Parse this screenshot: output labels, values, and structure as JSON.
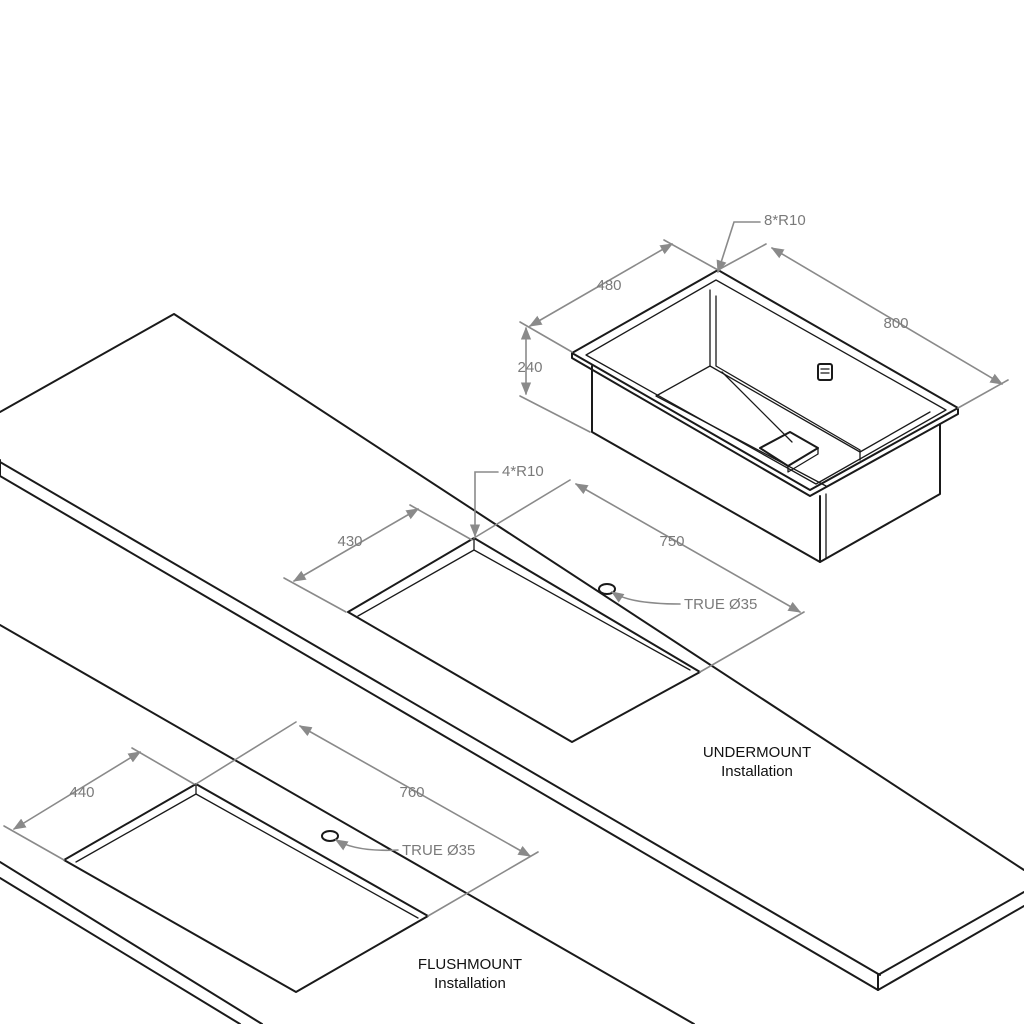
{
  "undermount": {
    "label_line1": "UNDERMOUNT",
    "label_line2": "Installation",
    "dim_depth": "430",
    "dim_length": "750",
    "dim_radius": "4*R10",
    "hole": "TRUE Ø35"
  },
  "flushmount": {
    "label_line1": "FLUSHMOUNT",
    "label_line2": "Installation",
    "dim_depth": "440",
    "dim_length": "760",
    "hole": "TRUE Ø35"
  },
  "sink": {
    "dim_width": "480",
    "dim_length": "800",
    "dim_height": "240",
    "dim_radius": "8*R10"
  },
  "colors": {
    "line": "#1a1a1a",
    "dimension": "#8a8a8a",
    "dimension_text": "#7a7a7a"
  }
}
